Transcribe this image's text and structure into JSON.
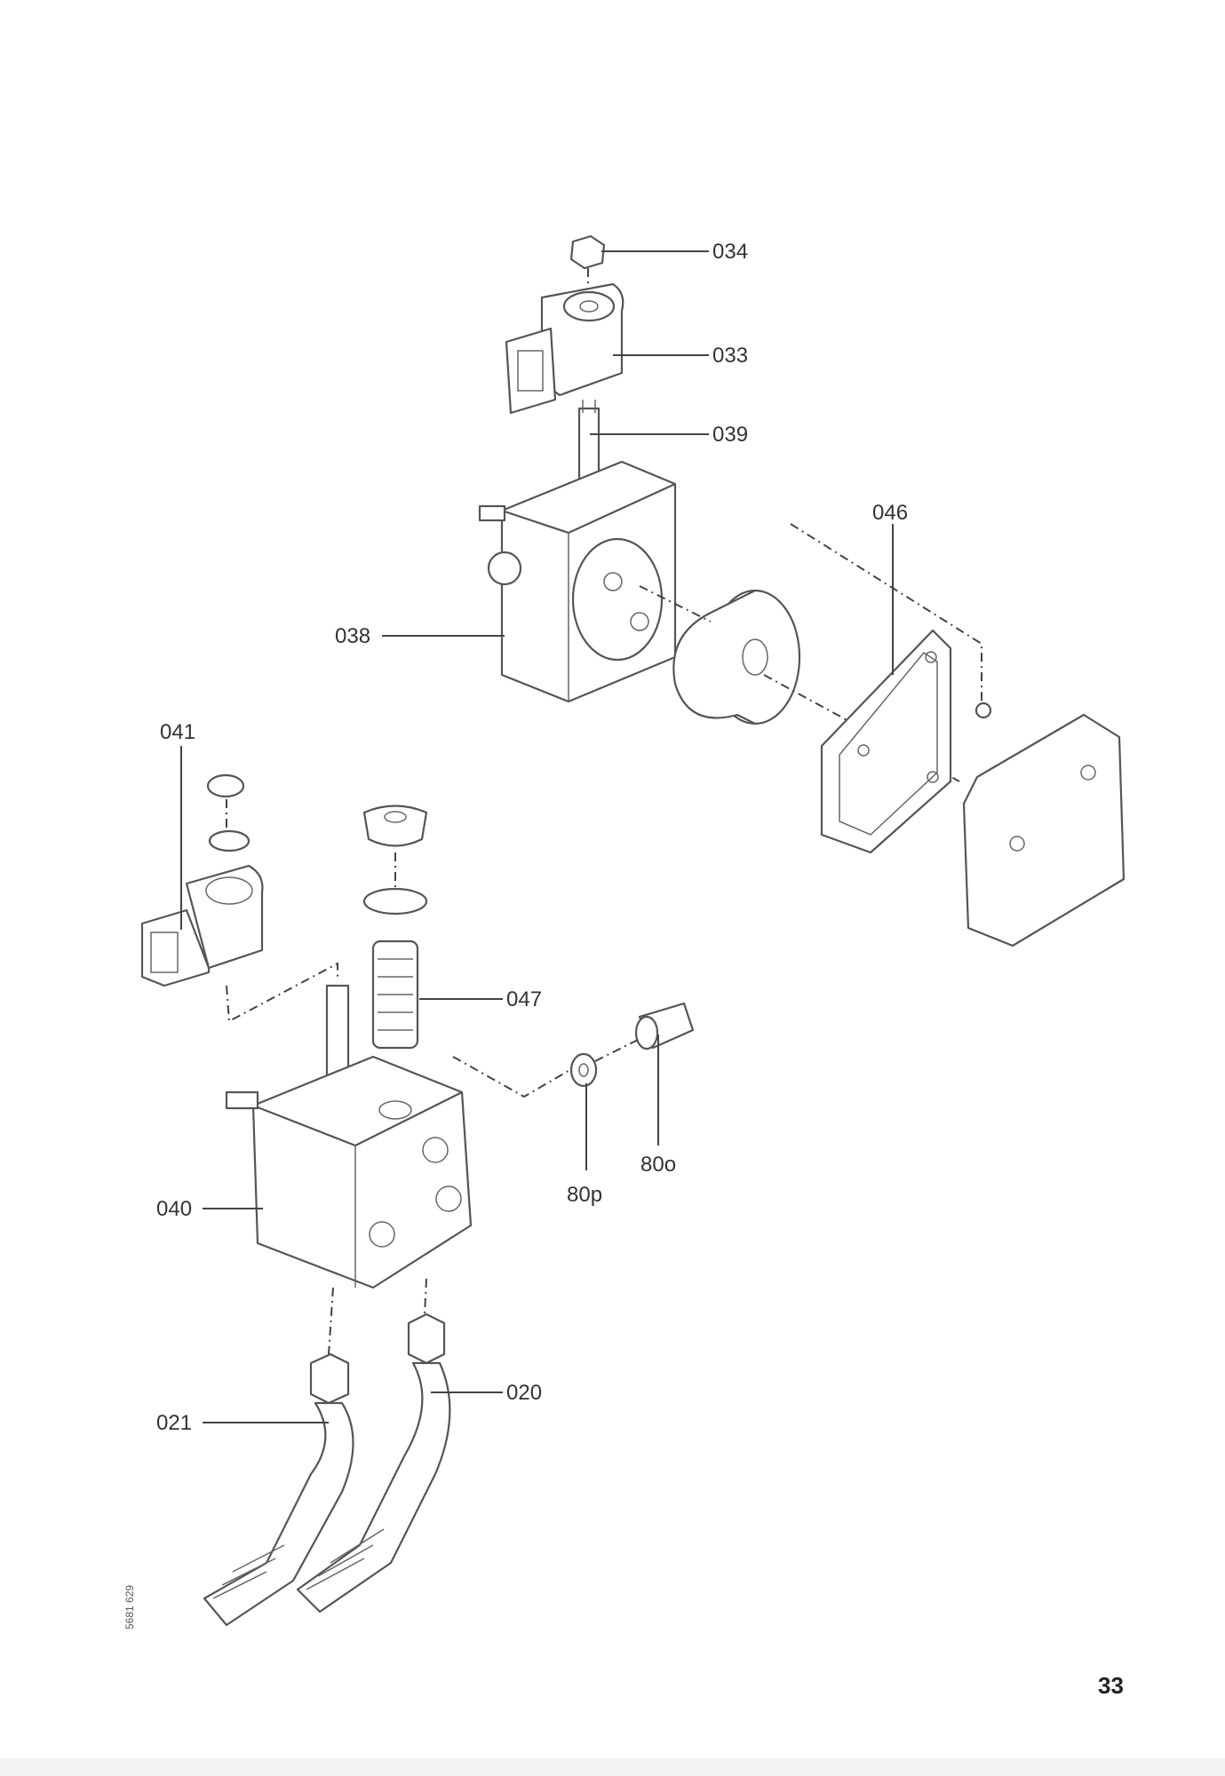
{
  "diagram": {
    "part_labels": {
      "p034": "034",
      "p033": "033",
      "p039": "039",
      "p046": "046",
      "p038": "038",
      "p041": "041",
      "p047": "047",
      "p80p": "80p",
      "p80o": "80o",
      "p040": "040",
      "p020": "020",
      "p021": "021"
    },
    "figure_code": "5681 629",
    "page_number": "33"
  }
}
